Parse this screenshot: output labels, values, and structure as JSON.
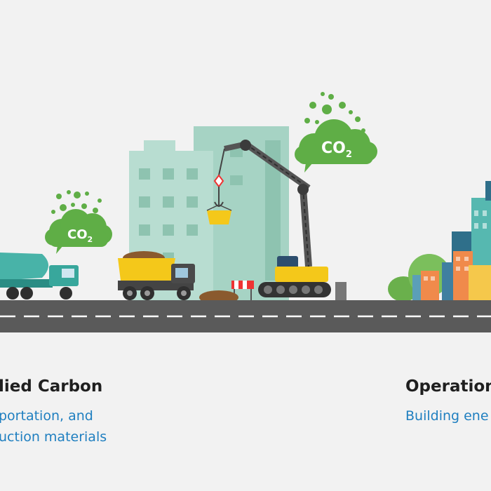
{
  "clouds": [
    {
      "text": "CO",
      "subscript": "2"
    },
    {
      "text": "CO",
      "subscript": "2"
    }
  ],
  "captions": {
    "left": {
      "heading": "lied Carbon",
      "lines": [
        "portation, and",
        "uction materials"
      ]
    },
    "right": {
      "heading": "Operation",
      "lines": [
        "Building ene"
      ]
    }
  },
  "colors": {
    "background": "#f2f2f2",
    "road": "#5a5a5a",
    "cloud_green": "#5fae46",
    "building_teal": "#9fd1be",
    "machine_yellow": "#f4c81a",
    "heading_text": "#1f1f1f",
    "sub_text": "#1f7fc0"
  }
}
